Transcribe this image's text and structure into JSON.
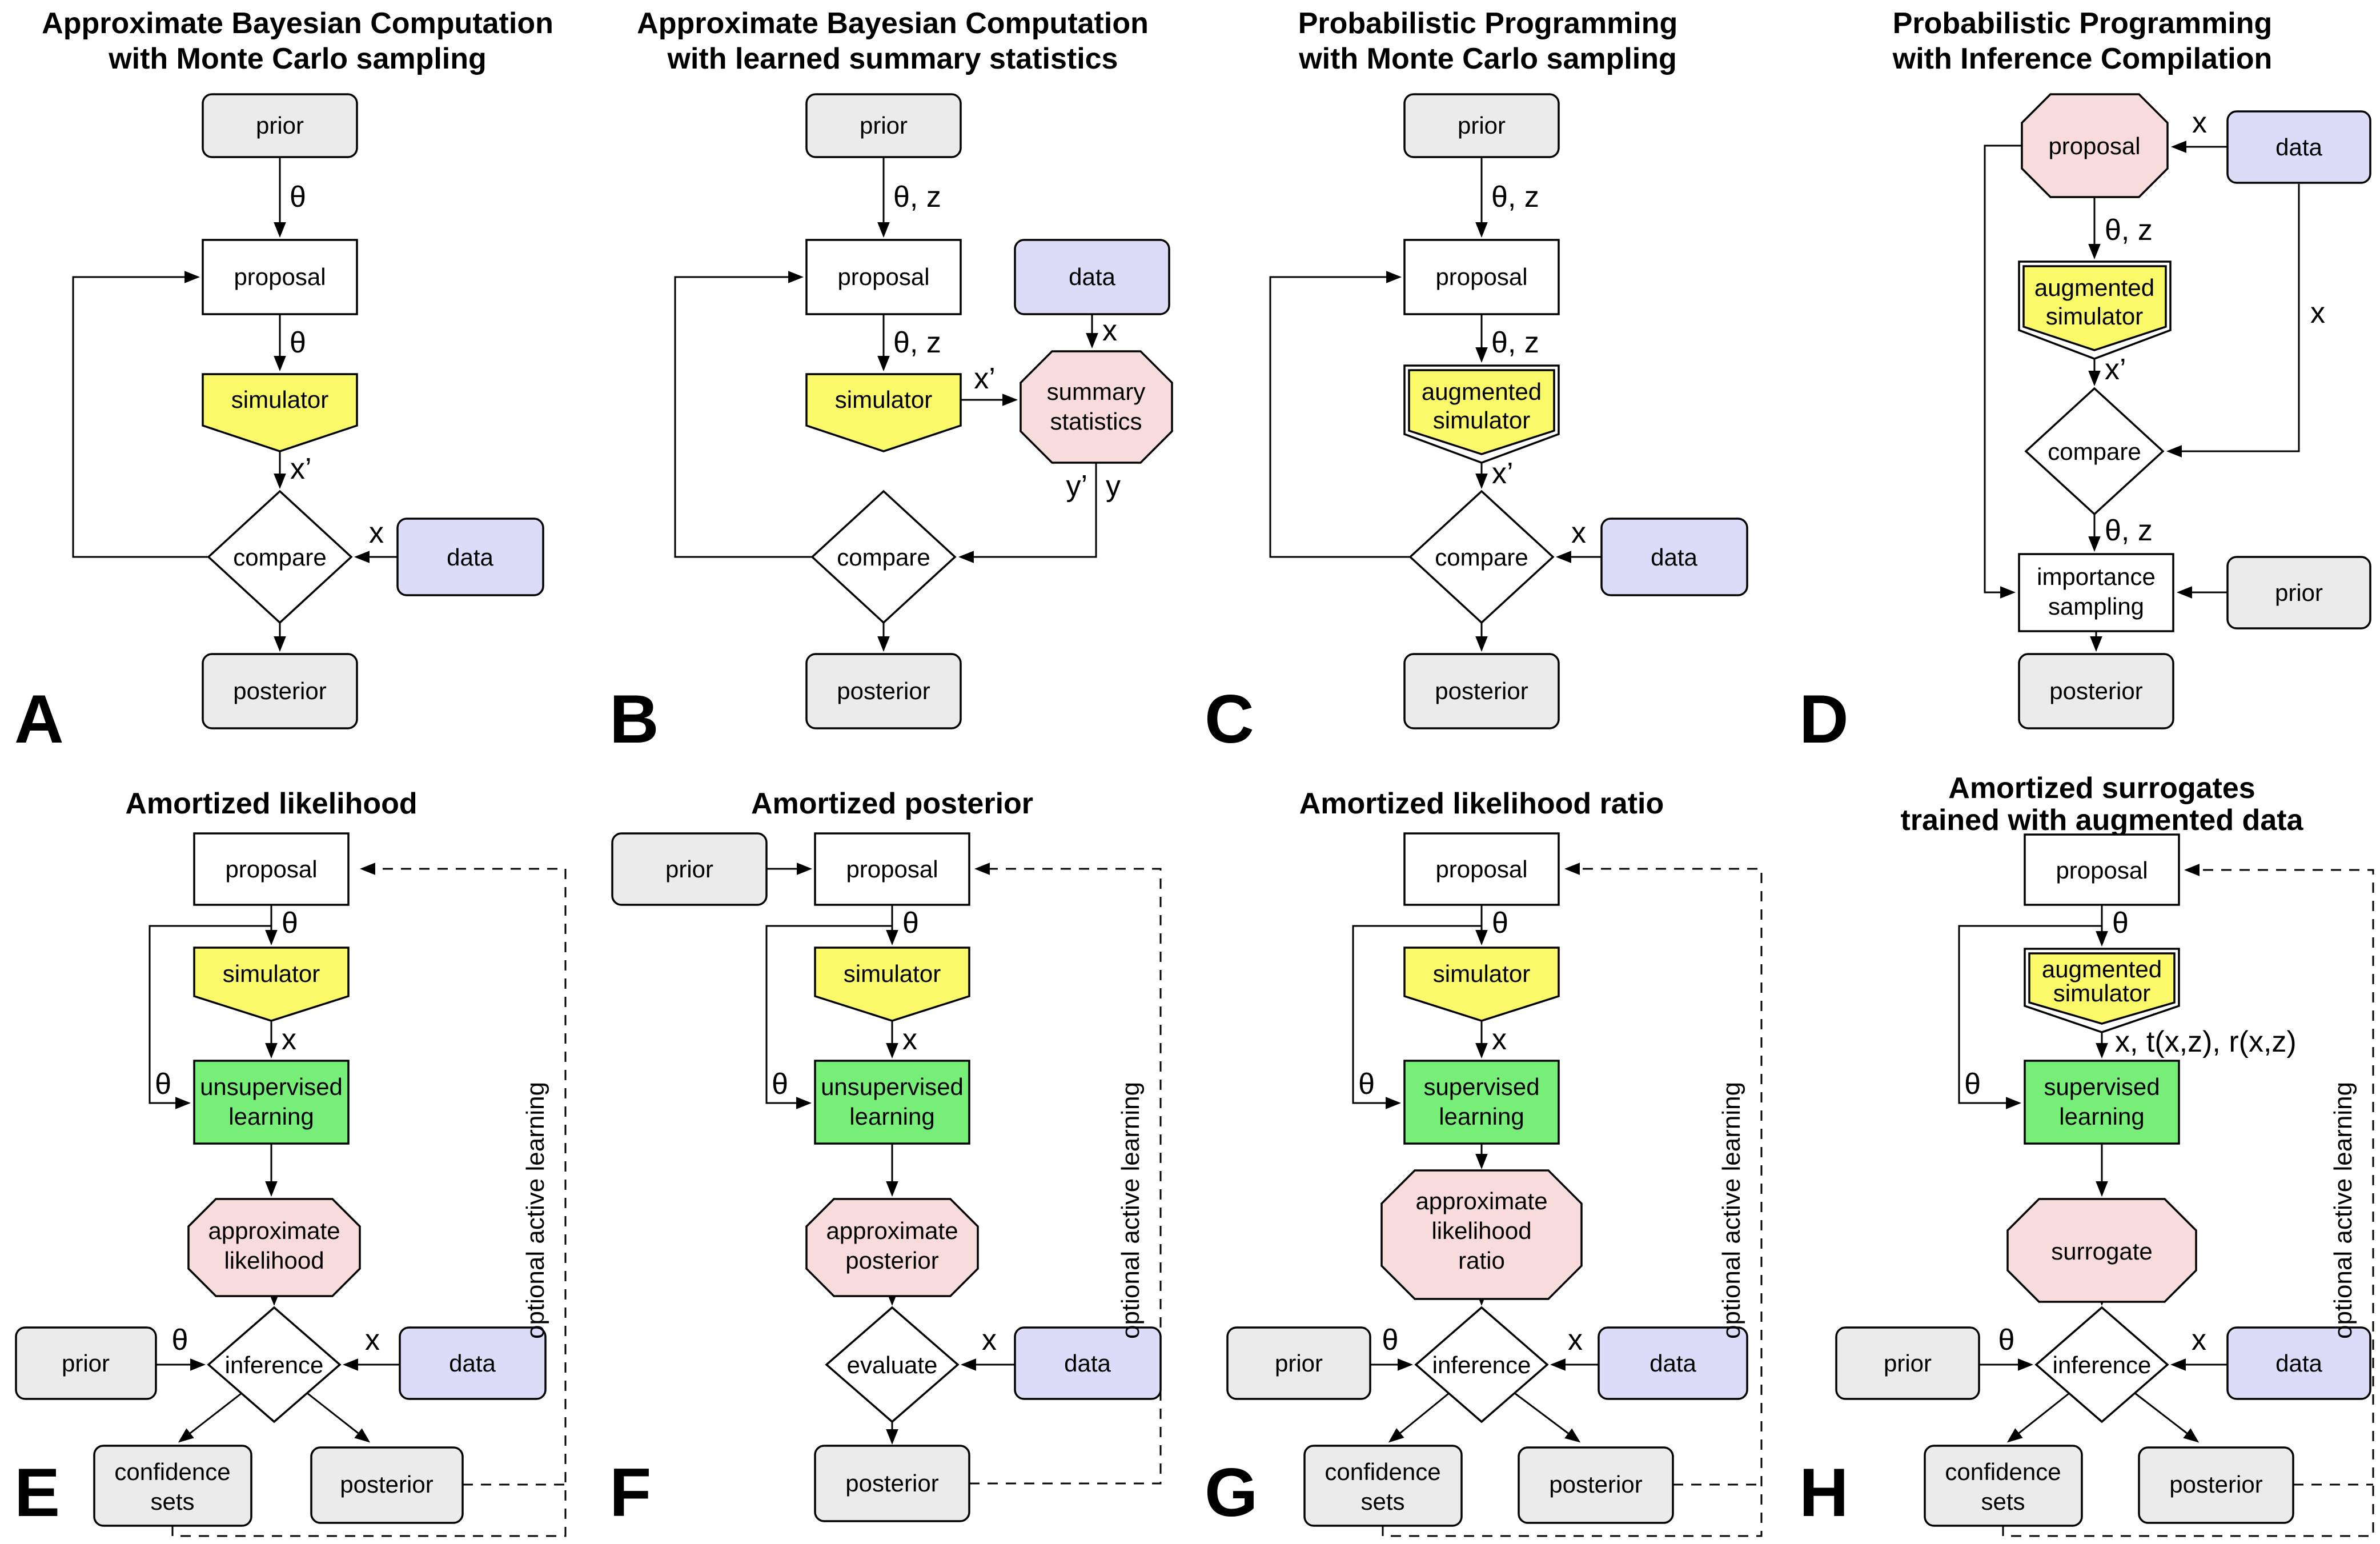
{
  "colors": {
    "gray_box": "#EBEBEB",
    "white_box": "#FFFFFF",
    "yellow_box": "#F9F96A",
    "green_box": "#77EE77",
    "pink_box": "#F8DCDC",
    "lavender_box": "#DCDCF8",
    "line": "#000000",
    "background": "#FFFFFF"
  },
  "panels": [
    {
      "letter": "A",
      "title": [
        "Approximate Bayesian Computation",
        "with Monte Carlo sampling"
      ],
      "nodes": {
        "prior": "prior",
        "proposal": "proposal",
        "simulator": "simulator",
        "compare": "compare",
        "data": "data",
        "posterior": "posterior"
      },
      "labels": {
        "theta_top": "θ",
        "theta_mid": "θ",
        "x_prime": "x’",
        "x_data": "x"
      }
    },
    {
      "letter": "B",
      "title": [
        "Approximate Bayesian Computation",
        "with learned summary statistics"
      ],
      "nodes": {
        "prior": "prior",
        "proposal": "proposal",
        "simulator": "simulator",
        "summary": [
          "summary",
          "statistics"
        ],
        "compare": "compare",
        "data": "data",
        "posterior": "posterior"
      },
      "labels": {
        "thetaz_top": "θ, z",
        "thetaz_mid": "θ, z",
        "x_prime": "x’",
        "x_data": "x",
        "y_prime": "y’",
        "y": "y"
      }
    },
    {
      "letter": "C",
      "title": [
        "Probabilistic Programming",
        "with Monte Carlo sampling"
      ],
      "nodes": {
        "prior": "prior",
        "proposal": "proposal",
        "aug_sim": [
          "augmented",
          "simulator"
        ],
        "compare": "compare",
        "data": "data",
        "posterior": "posterior"
      },
      "labels": {
        "thetaz_top": "θ, z",
        "thetaz_mid": "θ, z",
        "x_prime": "x’",
        "x_data": "x"
      }
    },
    {
      "letter": "D",
      "title": [
        "Probabilistic Programming",
        "with Inference Compilation"
      ],
      "nodes": {
        "proposal": "proposal",
        "data": "data",
        "aug_sim": [
          "augmented",
          "simulator"
        ],
        "compare": "compare",
        "importance": [
          "importance",
          "sampling"
        ],
        "prior": "prior",
        "posterior": "posterior"
      },
      "labels": {
        "x_top": "x",
        "thetaz_top": "θ, z",
        "x_prime": "x’",
        "x_side": "x",
        "thetaz_bottom": "θ, z"
      }
    },
    {
      "letter": "E",
      "title": [
        "Amortized likelihood"
      ],
      "nodes": {
        "proposal": "proposal",
        "simulator": "simulator",
        "learning": [
          "unsupervised",
          "learning"
        ],
        "octagon": [
          "approximate",
          "likelihood"
        ],
        "inference": "inference",
        "prior": "prior",
        "data": "data",
        "confidence": [
          "confidence",
          "sets"
        ],
        "posterior": "posterior"
      },
      "labels": {
        "theta_top": "θ",
        "theta_side": "θ",
        "x_mid": "x",
        "theta_prior": "θ",
        "x_data": "x",
        "active": "optional active learning"
      }
    },
    {
      "letter": "F",
      "title": [
        "Amortized posterior"
      ],
      "nodes": {
        "prior": "prior",
        "proposal": "proposal",
        "simulator": "simulator",
        "learning": [
          "unsupervised",
          "learning"
        ],
        "octagon": [
          "approximate",
          "posterior"
        ],
        "evaluate": "evaluate",
        "data": "data",
        "posterior": "posterior"
      },
      "labels": {
        "theta_top": "θ",
        "theta_side": "θ",
        "x_mid": "x",
        "x_data": "x",
        "active": "optional active learning"
      }
    },
    {
      "letter": "G",
      "title": [
        "Amortized likelihood ratio"
      ],
      "nodes": {
        "proposal": "proposal",
        "simulator": "simulator",
        "learning": [
          "supervised",
          "learning"
        ],
        "octagon": [
          "approximate",
          "likelihood",
          "ratio"
        ],
        "inference": "inference",
        "prior": "prior",
        "data": "data",
        "confidence": [
          "confidence",
          "sets"
        ],
        "posterior": "posterior"
      },
      "labels": {
        "theta_top": "θ",
        "theta_side": "θ",
        "x_mid": "x",
        "theta_prior": "θ",
        "x_data": "x",
        "active": "optional active learning"
      }
    },
    {
      "letter": "H",
      "title": [
        "Amortized surrogates",
        "trained with augmented data"
      ],
      "nodes": {
        "proposal": "proposal",
        "aug_sim": [
          "augmented",
          "simulator"
        ],
        "learning": [
          "supervised",
          "learning"
        ],
        "octagon": [
          "surrogate"
        ],
        "inference": "inference",
        "prior": "prior",
        "data": "data",
        "confidence": [
          "confidence",
          "sets"
        ],
        "posterior": "posterior"
      },
      "labels": {
        "theta_top": "θ",
        "aug_out": "x, t(x,z), r(x,z)",
        "theta_side": "θ",
        "theta_prior": "θ",
        "x_data": "x",
        "active": "optional active learning"
      }
    }
  ]
}
